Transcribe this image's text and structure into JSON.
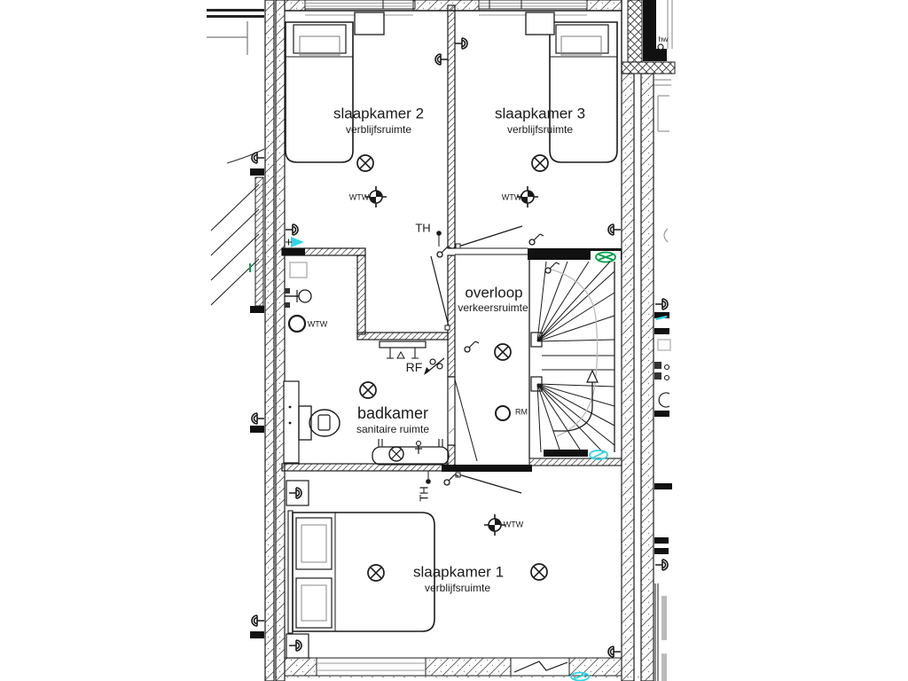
{
  "rooms": {
    "slaapkamer2": {
      "name": "slaapkamer 2",
      "subtitle": "verblijfsruimte"
    },
    "slaapkamer3": {
      "name": "slaapkamer 3",
      "subtitle": "verblijfsruimte"
    },
    "overloop": {
      "name": "overloop",
      "subtitle": "verkeersruimte"
    },
    "badkamer": {
      "name": "badkamer",
      "subtitle": "sanitaire ruimte"
    },
    "slaapkamer1": {
      "name": "slaapkamer 1",
      "subtitle": "verblijfsruimte"
    }
  },
  "annotations": {
    "thermostat": "TH",
    "rf_point": "RF",
    "heat_recovery": "WTW",
    "smoke_detector": "RM",
    "hot_water": "hw"
  },
  "symbols": {
    "ceiling_light": "circle-with-x",
    "wtw_vent_point": "target-cross-circle",
    "smoke_detector": "open-circle",
    "socket": "fork-on-wall",
    "supply_air": "cyan-triangle",
    "vent_valve_green": "green-crossed-oval",
    "vent_valve_cyan": "cyan-slashed-oval"
  },
  "colors": {
    "line": "#1a1a1a",
    "vent_supply_cyan": "#35d4e5",
    "vent_extract_green": "#00a14b",
    "detail_gray": "#999999"
  }
}
